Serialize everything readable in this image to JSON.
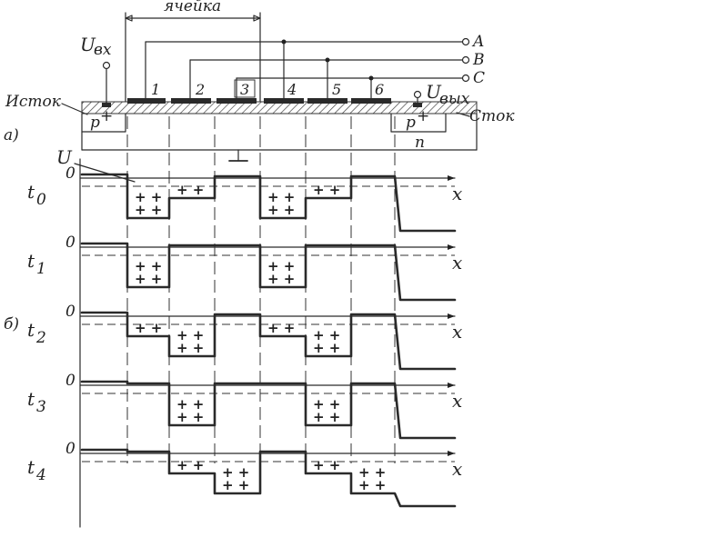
{
  "labels": {
    "cell": "ячейка",
    "u_in": "U",
    "u_in_sub": "вх",
    "u_out": "U",
    "u_out_sub": "вых",
    "source": "Исток",
    "drain": "Сток",
    "part_a": "а)",
    "part_b": "б)",
    "potential": "U",
    "substrate_n": "n",
    "p_plus_left": "p",
    "p_plus_right": "p",
    "p_sup": "+",
    "ground": "⊥",
    "x_axis": "x",
    "zero": "0",
    "charge": "+ +"
  },
  "phases": [
    "A",
    "B",
    "C"
  ],
  "electrodes": [
    "1",
    "2",
    "3",
    "4",
    "5",
    "6"
  ],
  "times": [
    {
      "t": "t",
      "sub": "0"
    },
    {
      "t": "t",
      "sub": "1"
    },
    {
      "t": "t",
      "sub": "2"
    },
    {
      "t": "t",
      "sub": "3"
    },
    {
      "t": "t",
      "sub": "4"
    }
  ],
  "electrode_phase": [
    "A",
    "B",
    "C",
    "A",
    "B",
    "C"
  ],
  "time_phase_state": [
    {
      "A": "deep",
      "B": "shallow",
      "C": "off"
    },
    {
      "A": "deep",
      "B": "off",
      "C": "off"
    },
    {
      "A": "shallow",
      "B": "deep",
      "C": "off"
    },
    {
      "A": "off",
      "B": "deep",
      "C": "off"
    },
    {
      "A": "off",
      "B": "shallow",
      "C": "deep"
    }
  ]
}
